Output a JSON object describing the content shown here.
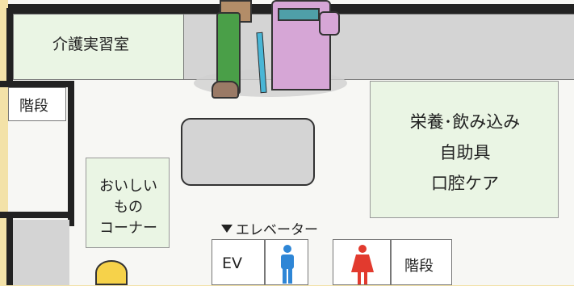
{
  "rooms": {
    "kaigo": "介護実習室",
    "stairs_left": "階段",
    "oishii_lines": [
      "おいしい",
      "もの",
      "コーナー"
    ],
    "nutrition_lines": [
      "栄養･飲み込み",
      "自助具",
      "口腔ケア"
    ]
  },
  "elevator": {
    "label": "エレベーター",
    "ev": "EV"
  },
  "stairs_right": "階段",
  "restrooms": {
    "men_icon": "man-toilet-icon",
    "women_icon": "woman-toilet-icon",
    "men_color": "#2e86d6",
    "women_color": "#e23a2e"
  }
}
